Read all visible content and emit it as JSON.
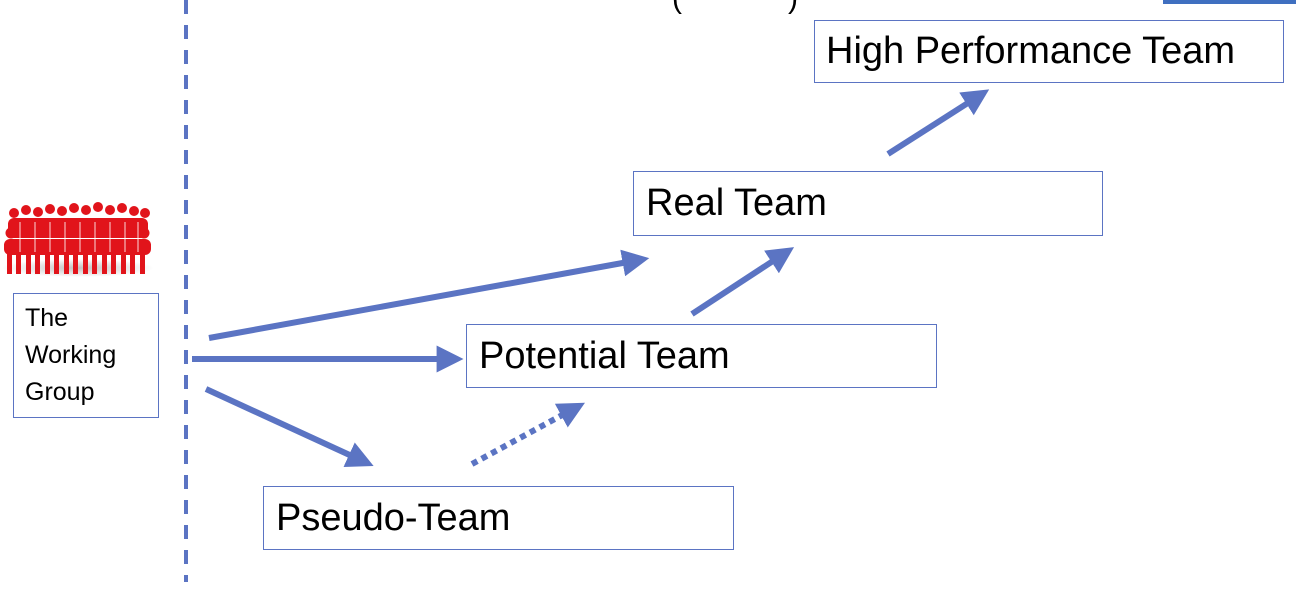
{
  "boxes": {
    "high_performance": "High Performance Team",
    "real": "Real Team",
    "potential": "Potential Team",
    "pseudo": "Pseudo-Team",
    "working_group": "The\nWorking\nGroup"
  },
  "top_text": {
    "left_paren": "(",
    "right_paren": ")"
  },
  "icons": {
    "people_group": "crowd-of-people-icon"
  },
  "colors": {
    "arrow": "#5b74c3",
    "box_border": "#5b74c3",
    "crowd": "#e1141b",
    "top_accent": "#3f6fc0"
  }
}
